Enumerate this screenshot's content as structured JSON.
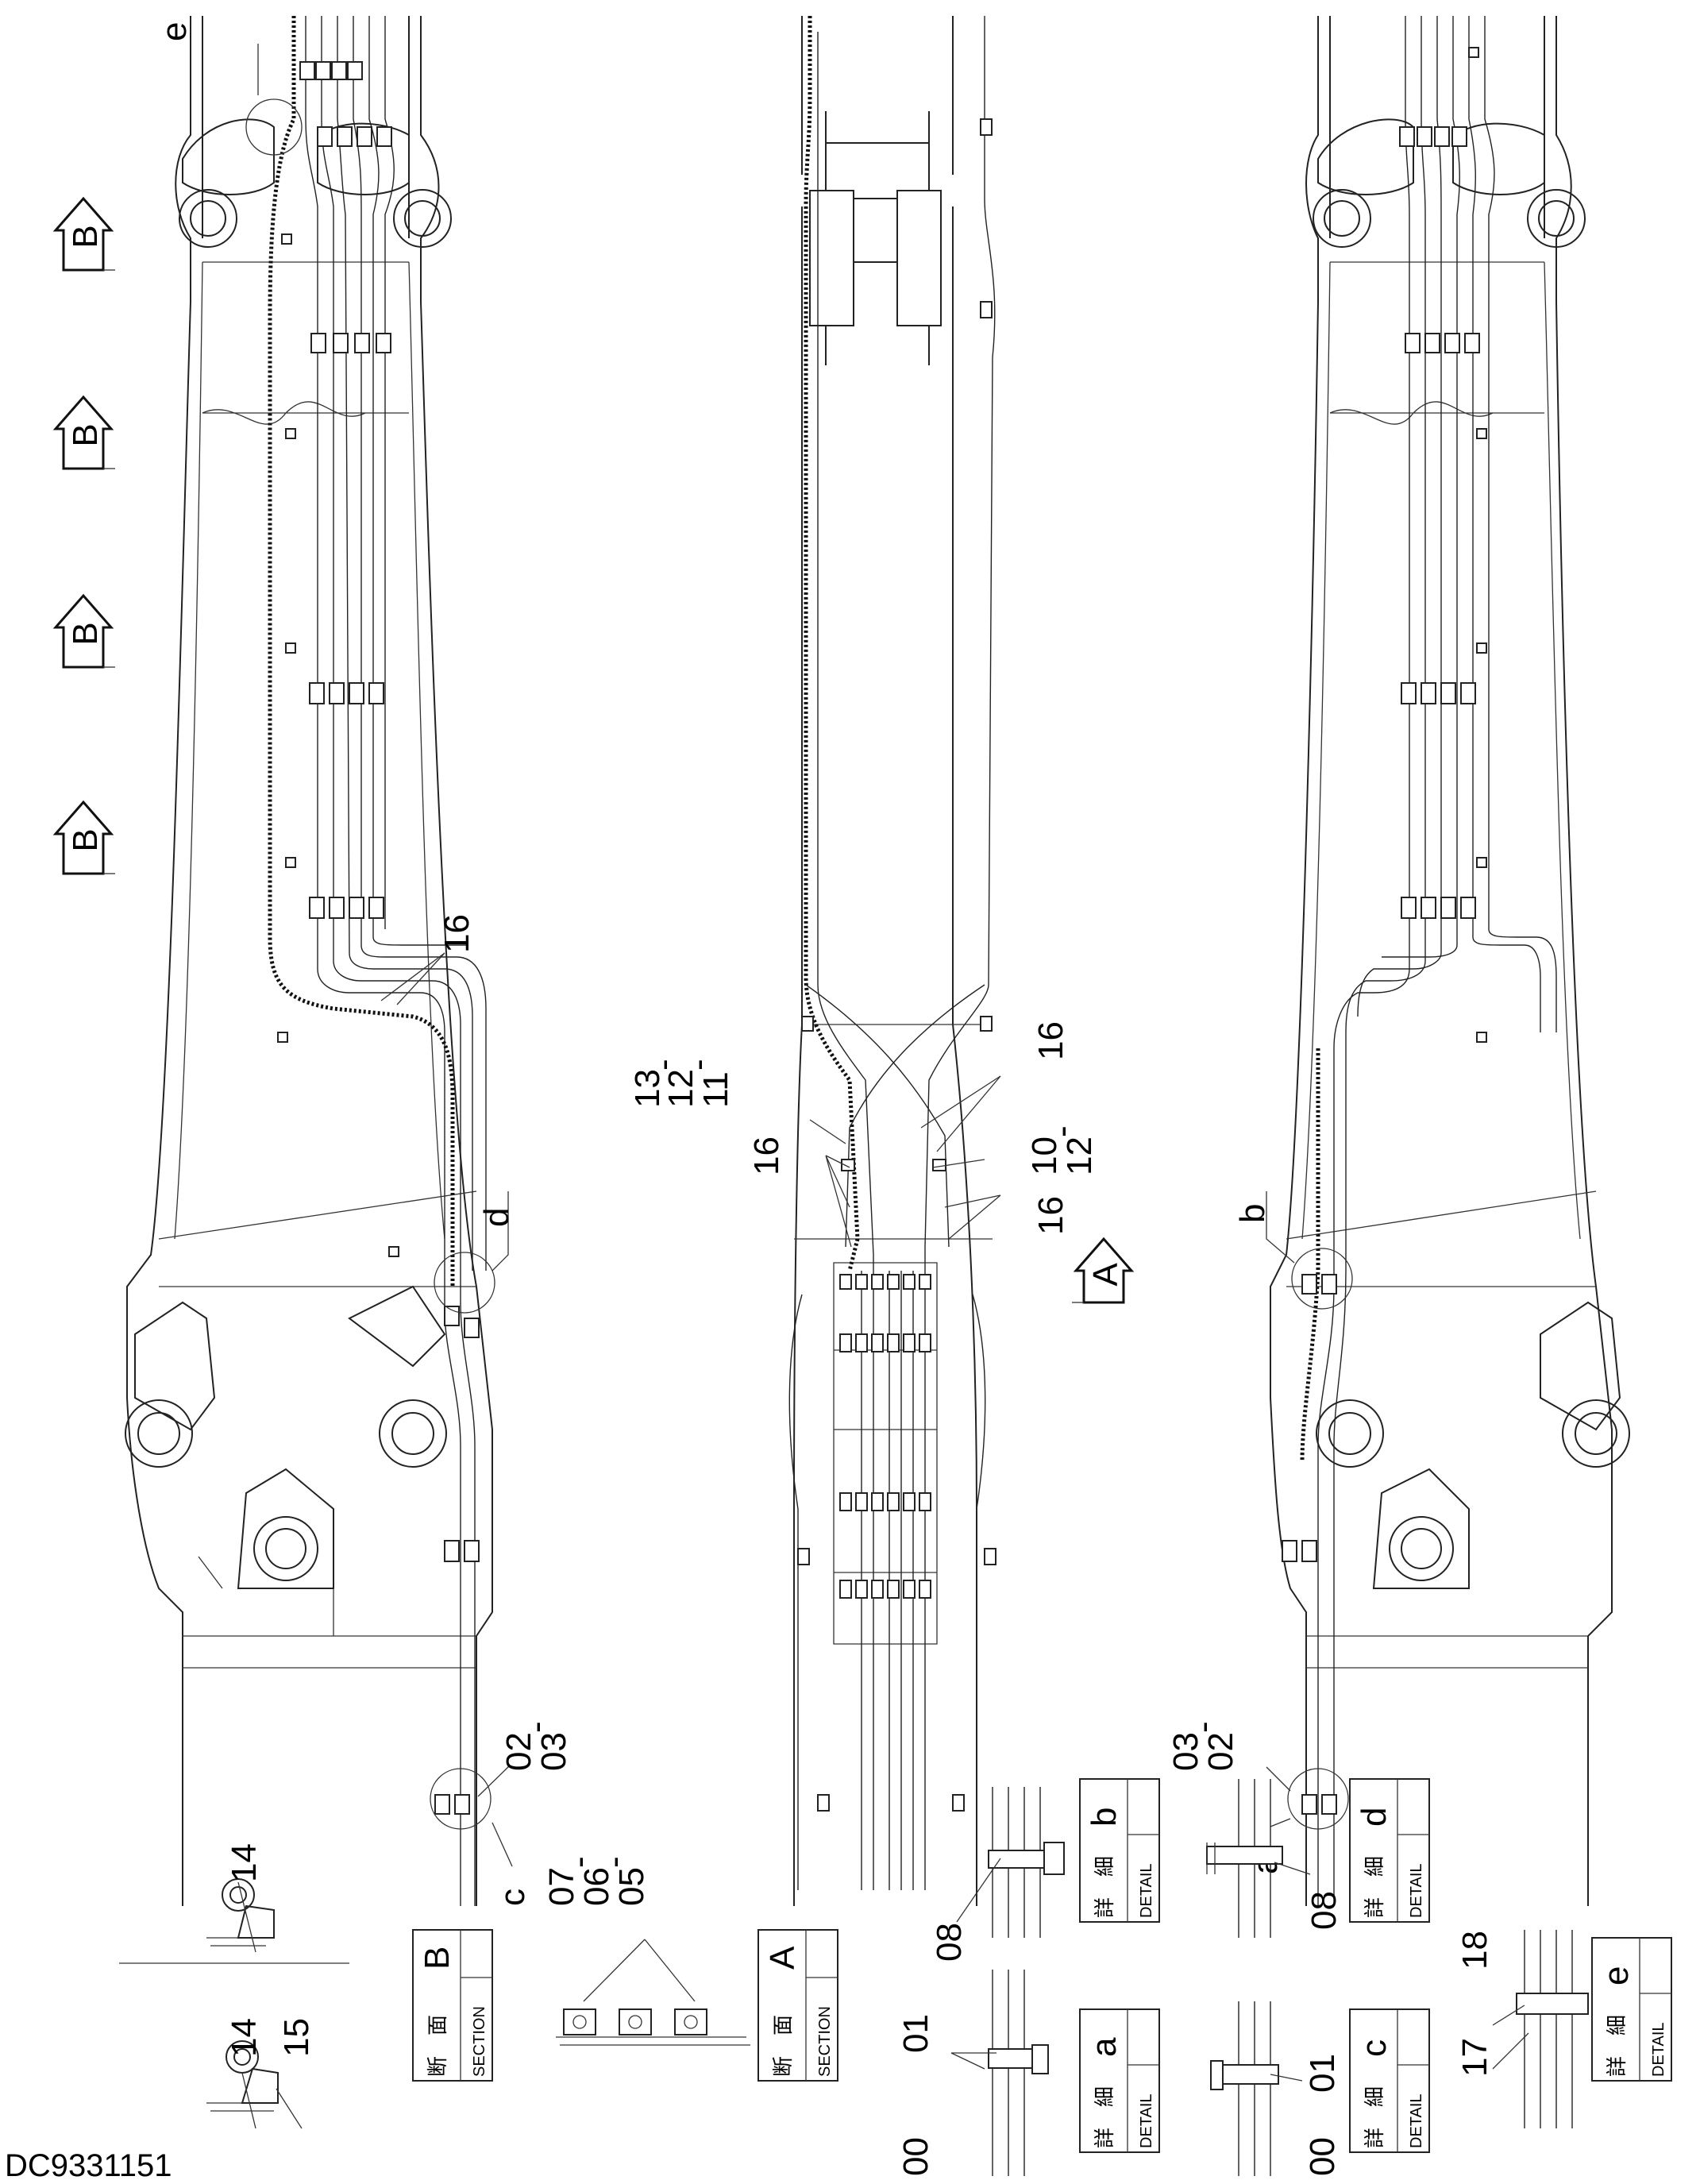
{
  "drawing_number": "DC9331151",
  "detail_letters": [
    "e",
    "d",
    "c",
    "b",
    "a"
  ],
  "arrows": {
    "view_b": "B",
    "view_a": "A"
  },
  "parts": {
    "p00": "00",
    "p01": "01",
    "p02": "02",
    "p03": "03",
    "p05": "05",
    "p06": "06",
    "p07": "07",
    "p08": "08",
    "p10": "10",
    "p11": "11",
    "p12": "12",
    "p13": "13",
    "p14": "14",
    "p15": "15",
    "p16": "16",
    "p17": "17",
    "p18": "18"
  },
  "boxes": {
    "section_jp": "断　面",
    "detail_jp": "詳　細",
    "section_en": "SECTION",
    "detail_en": "DETAIL",
    "section_b": "B",
    "section_a": "A",
    "detail_a": "a",
    "detail_b": "b",
    "detail_c": "c",
    "detail_d": "d",
    "detail_e": "e"
  },
  "dash": "-"
}
